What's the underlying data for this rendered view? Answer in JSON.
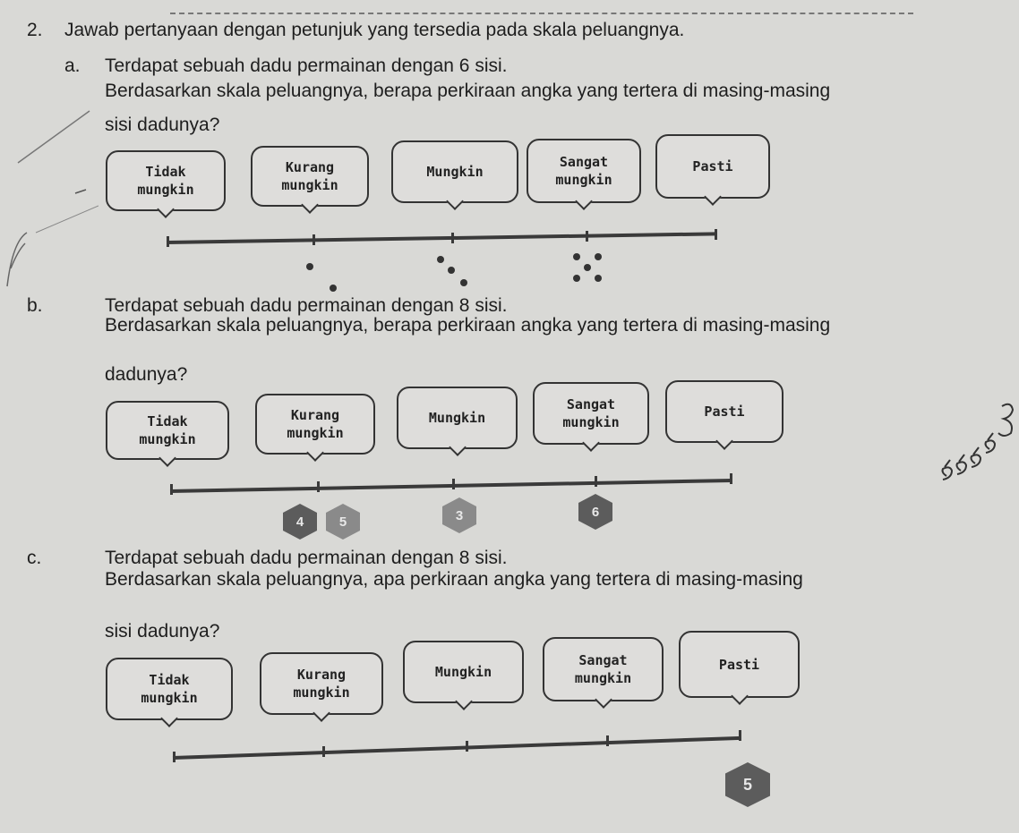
{
  "q2": {
    "number": "2.",
    "question": "Jawab pertanyaan dengan petunjuk yang tersedia pada skala peluangnya."
  },
  "scale_labels": [
    "Tidak\nmungkin",
    "Kurang\nmungkin",
    "Mungkin",
    "Sangat\nmungkin",
    "Pasti"
  ],
  "part_a": {
    "letter": "a.",
    "line1": "Terdapat sebuah dadu permainan dengan 6 sisi.",
    "line2": "Berdasarkan skala peluangnya, berapa perkiraan angka yang tertera di masing-masing",
    "line3": "sisi dadunya?"
  },
  "part_b": {
    "letter": "b.",
    "line1": "Terdapat sebuah dadu permainan dengan 8 sisi.",
    "line2": "Berdasarkan skala peluangnya, berapa perkiraan angka yang tertera di masing-masing",
    "line3": "dadunya?",
    "dice": [
      "4",
      "5",
      "3",
      "6"
    ]
  },
  "part_c": {
    "letter": "c.",
    "line1": "Terdapat sebuah dadu permainan dengan 8 sisi.",
    "line2": "Berdasarkan skala peluangnya, apa perkiraan angka yang tertera di masing-masing",
    "line3": "sisi dadunya?",
    "dice": [
      "5"
    ]
  },
  "handwriting": "5 5 5 5 3"
}
